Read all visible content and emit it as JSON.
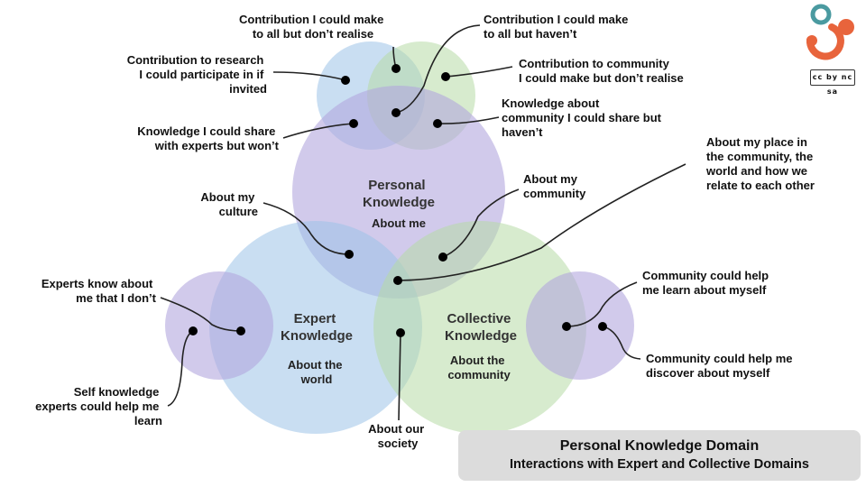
{
  "title": {
    "main": "Personal Knowledge Domain",
    "subtitle": "Interactions with Expert and Collective Domains"
  },
  "circles": {
    "personal": {
      "title_lines": [
        "Personal",
        "Knowledge"
      ],
      "subtitle_lines": [
        "About me"
      ]
    },
    "expert": {
      "title_lines": [
        "Expert",
        "Knowledge"
      ],
      "subtitle_lines": [
        "About the",
        "world"
      ]
    },
    "collective": {
      "title_lines": [
        "Collective",
        "Knowledge"
      ],
      "subtitle_lines": [
        "About the",
        "community"
      ]
    }
  },
  "annotations": [
    {
      "id": "contrib-all-dont-realise",
      "lines": [
        "Contribution I could make",
        "to all but don’t realise"
      ]
    },
    {
      "id": "contrib-all-havent",
      "lines": [
        "Contribution I could make",
        "to all but haven’t"
      ]
    },
    {
      "id": "contrib-research",
      "lines": [
        "Contribution to research",
        "I could participate in if",
        "invited"
      ]
    },
    {
      "id": "contrib-community",
      "lines": [
        "Contribution to community",
        "I could make but don’t realise"
      ]
    },
    {
      "id": "knowledge-experts-wont",
      "lines": [
        "Knowledge I could share",
        "with experts but won’t"
      ]
    },
    {
      "id": "knowledge-community-havent",
      "lines": [
        "Knowledge about",
        "community I could share but",
        "haven’t"
      ]
    },
    {
      "id": "place-in-community",
      "lines": [
        "About my place in",
        "the community, the",
        "world and how we",
        "relate to each other"
      ]
    },
    {
      "id": "about-my-community",
      "lines": [
        "About my",
        "community"
      ]
    },
    {
      "id": "about-my-culture",
      "lines": [
        "About my",
        "culture"
      ]
    },
    {
      "id": "experts-know-me",
      "lines": [
        "Experts know  about",
        "me that I don’t"
      ]
    },
    {
      "id": "community-learn-myself",
      "lines": [
        "Community could help",
        "me learn about myself"
      ]
    },
    {
      "id": "community-discover-myself",
      "lines": [
        "Community could help me",
        "discover about myself"
      ]
    },
    {
      "id": "self-knowledge-experts",
      "lines": [
        "Self knowledge",
        "experts could help me",
        "learn"
      ]
    },
    {
      "id": "about-our-society",
      "lines": [
        "About our",
        "society"
      ]
    }
  ],
  "license_badge": "cc by nc sa",
  "colors": {
    "blue": "#9dc3e8",
    "green": "#b7dba5",
    "purple": "#b3a6dd",
    "logo_orange": "#e8643c",
    "logo_teal": "#4a9aa0",
    "title_box": "#dcdcdc"
  }
}
